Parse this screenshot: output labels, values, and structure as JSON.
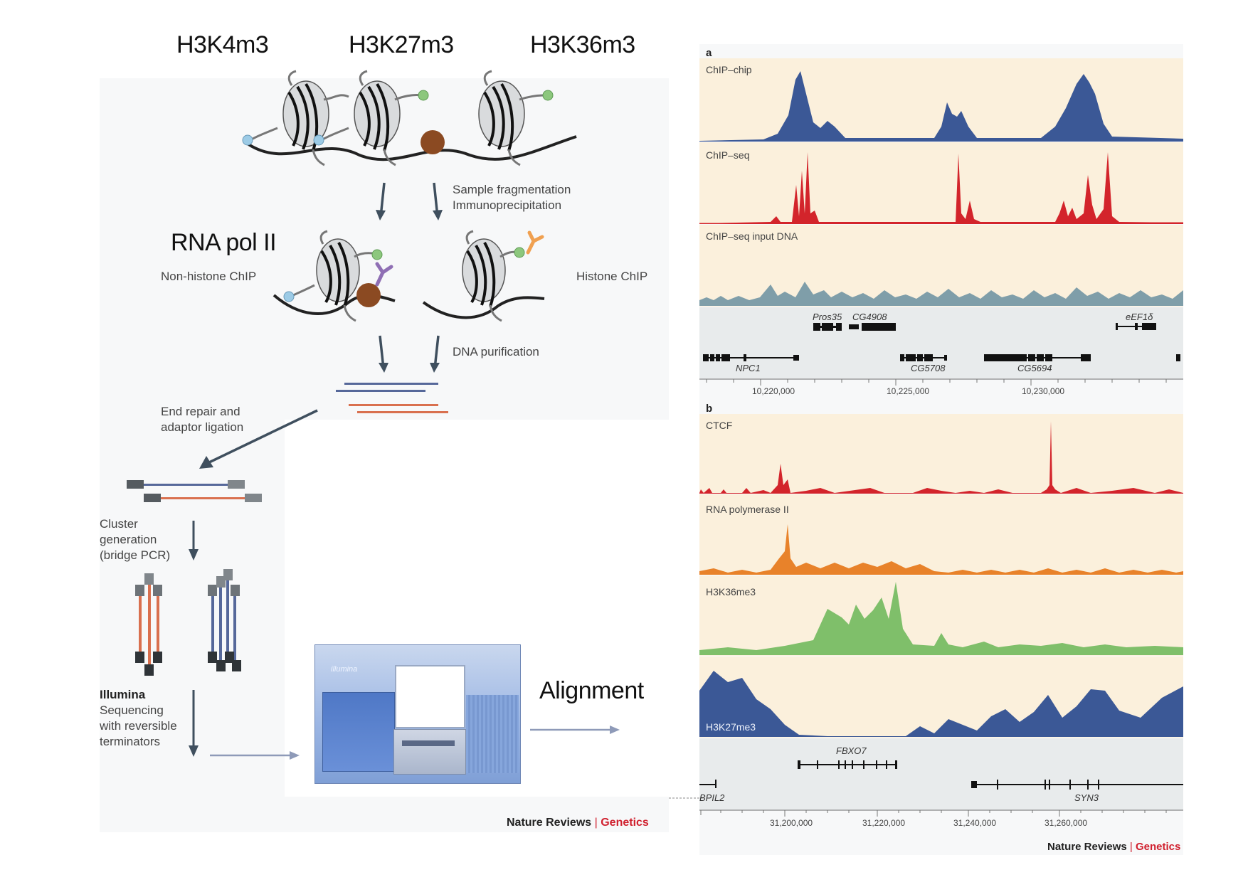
{
  "left": {
    "marks": [
      "H3K4m3",
      "H3K27m3",
      "H3K36m3"
    ],
    "rna_pol": "RNA pol II",
    "step_fragment": [
      "Sample fragmentation",
      "Immunoprecipitation"
    ],
    "non_histone": "Non-histone ChIP",
    "histone": "Histone ChIP",
    "step_dna": "DNA purification",
    "step_end_repair": [
      "End repair and",
      "adaptor ligation"
    ],
    "step_cluster": [
      "Cluster",
      "generation",
      "(bridge PCR)"
    ],
    "step_illumina_bold": "Illumina",
    "step_illumina": [
      "Sequencing",
      "with reversible",
      "terminators"
    ],
    "alignment": "Alignment",
    "machine_brand": "illumina",
    "credit": {
      "journal": "Nature Reviews",
      "sep": "|",
      "section": "Genetics"
    }
  },
  "right": {
    "panel_a": {
      "letter": "a",
      "tracks": [
        "ChIP–chip",
        "ChIP–seq",
        "ChIP–seq input DNA"
      ],
      "genes_top": [
        "Pros35",
        "CG4908",
        "eEF1δ"
      ],
      "genes_bottom": [
        "NPC1",
        "CG5708",
        "CG5694"
      ],
      "ticks": [
        "10,220,000",
        "10,225,000",
        "10,230,000"
      ]
    },
    "panel_b": {
      "letter": "b",
      "tracks": [
        "CTCF",
        "RNA polymerase II",
        "H3K36me3",
        "H3K27me3"
      ],
      "genes_top": [
        "FBXO7"
      ],
      "genes_bottom": [
        "BPIL2",
        "SYN3"
      ],
      "ticks": [
        "31,200,000",
        "31,220,000",
        "31,240,000",
        "31,260,000"
      ]
    },
    "credit": {
      "journal": "Nature Reviews",
      "sep": "|",
      "section": "Genetics"
    }
  },
  "colors": {
    "track_bg": "#fbf0dc",
    "chip_chip": "#3b5896",
    "chip_seq": "#d3242b",
    "input_dna": "#7f9ea9",
    "ctcf": "#d3242b",
    "pol2": "#e8822a",
    "h3k36": "#7fbf6a",
    "h3k27": "#3b5896",
    "gene_bg": "#e8ebec",
    "dna_blue": "#56689a",
    "dna_orange": "#d9704f"
  }
}
